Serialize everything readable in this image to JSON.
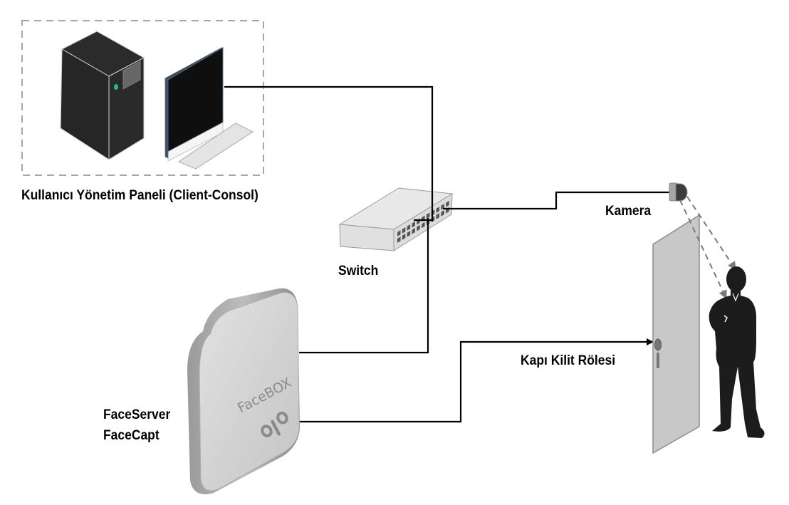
{
  "diagram": {
    "nodes": {
      "client_console": {
        "label": "Kullanıcı Yönetim Paneli (Client-Consol)"
      },
      "switch": {
        "label": "Switch"
      },
      "camera": {
        "label": "Kamera"
      },
      "facebox": {
        "label_line1": "FaceServer",
        "label_line2": "FaceCapt",
        "device_text": "FaceBOX"
      },
      "door_relay": {
        "label": "Kapı Kilit Rölesi"
      }
    },
    "edges": [
      {
        "from": "client_console",
        "to": "switch",
        "style": "solid"
      },
      {
        "from": "switch",
        "to": "camera",
        "style": "solid"
      },
      {
        "from": "facebox",
        "to": "switch",
        "style": "solid"
      },
      {
        "from": "facebox",
        "to": "door_relay",
        "style": "solid-arrow"
      },
      {
        "from": "camera",
        "to": "person",
        "style": "dashed-arrow"
      }
    ],
    "colors": {
      "line": "#000000",
      "dashed_box": "#a6a6a6",
      "device_dark": "#262626",
      "device_light": "#d9d9d9",
      "door": "#c8c8c8",
      "person": "#1c1c1c",
      "led": "#22c07a"
    }
  }
}
